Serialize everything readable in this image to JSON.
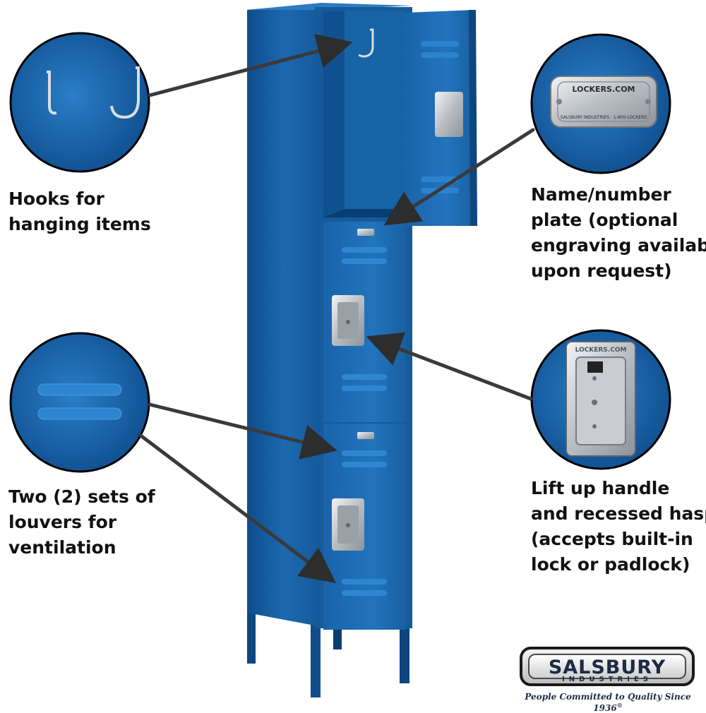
{
  "callouts": {
    "hooks": {
      "lines": [
        "Hooks for",
        "hanging items"
      ]
    },
    "plate": {
      "lines": [
        "Name/number",
        "plate (optional",
        "engraving available",
        "upon request)"
      ]
    },
    "louvers": {
      "lines": [
        "Two (2) sets of",
        "louvers for",
        "ventilation"
      ]
    },
    "handle": {
      "lines": [
        "Lift up handle",
        "and recessed hasp",
        "(accepts built-in",
        "lock or padlock)"
      ]
    }
  },
  "plate_text": {
    "top": "LOCKERS.COM",
    "bottom": "SALSBURY INDUSTRIES · 1-800-LOCKERS"
  },
  "hasp_text": "LOCKERS.COM",
  "brand": {
    "name": "SALSBURY",
    "sub": "INDUSTRIES",
    "tagline": "People Committed to Quality Since 1936",
    "reg": "®"
  },
  "colors": {
    "locker_blue": "#1c68b0",
    "locker_dark": "#0e4680",
    "locker_light": "#2f86d0",
    "steel": "#c8ccd0",
    "arrow": "#3a3a3a"
  }
}
